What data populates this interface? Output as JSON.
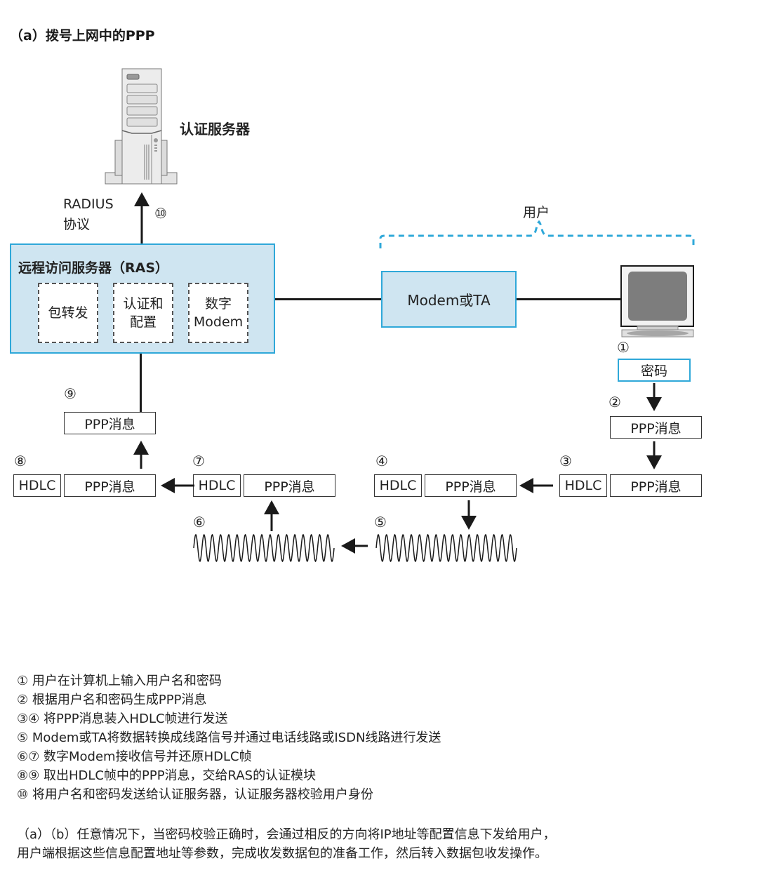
{
  "title": "（a）拨号上网中的PPP",
  "auth_server": {
    "label": "认证服务器",
    "icon": "server-tower-icon"
  },
  "radius": {
    "line1": "RADIUS",
    "line2": "协议",
    "step": "⑩"
  },
  "ras": {
    "title": "远程访问服务器（RAS）",
    "modules": [
      {
        "line1": "包转发",
        "line2": ""
      },
      {
        "line1": "认证和",
        "line2": "配置"
      },
      {
        "line1": "数字",
        "line2": "Modem"
      }
    ]
  },
  "user_group_label": "用户",
  "modem": {
    "label": "Modem或TA"
  },
  "computer": {
    "icon": "computer-monitor-icon"
  },
  "colors": {
    "blue_fill": "#cfe5f1",
    "blue_border": "#2fa8d9",
    "arrow": "#1a1a1a"
  },
  "steps": {
    "s1": {
      "num": "①",
      "box": "密码"
    },
    "s2": {
      "num": "②",
      "box": "PPP消息"
    },
    "s3": {
      "num": "③",
      "hdlc": "HDLC",
      "ppp": "PPP消息"
    },
    "s4": {
      "num": "④",
      "hdlc": "HDLC",
      "ppp": "PPP消息"
    },
    "s5": {
      "num": "⑤",
      "signal": "analog-wave"
    },
    "s6": {
      "num": "⑥",
      "signal": "analog-wave"
    },
    "s7": {
      "num": "⑦",
      "hdlc": "HDLC",
      "ppp": "PPP消息"
    },
    "s8": {
      "num": "⑧",
      "hdlc": "HDLC",
      "ppp": "PPP消息"
    },
    "s9": {
      "num": "⑨",
      "box": "PPP消息"
    }
  },
  "notes": [
    "① 用户在计算机上输入用户名和密码",
    "② 根据用户名和密码生成PPP消息",
    "③④ 将PPP消息装入HDLC帧进行发送",
    "⑤ Modem或TA将数据转换成线路信号并通过电话线路或ISDN线路进行发送",
    "⑥⑦ 数字Modem接收信号并还原HDLC帧",
    "⑧⑨ 取出HDLC帧中的PPP消息，交给RAS的认证模块",
    "⑩ 将用户名和密码发送给认证服务器，认证服务器校验用户身份"
  ],
  "footer": [
    "（a）（b）任意情况下，当密码校验正确时，会通过相反的方向将IP地址等配置信息下发给用户，",
    "用户端根据这些信息配置地址等参数，完成收发数据包的准备工作，然后转入数据包收发操作。"
  ]
}
